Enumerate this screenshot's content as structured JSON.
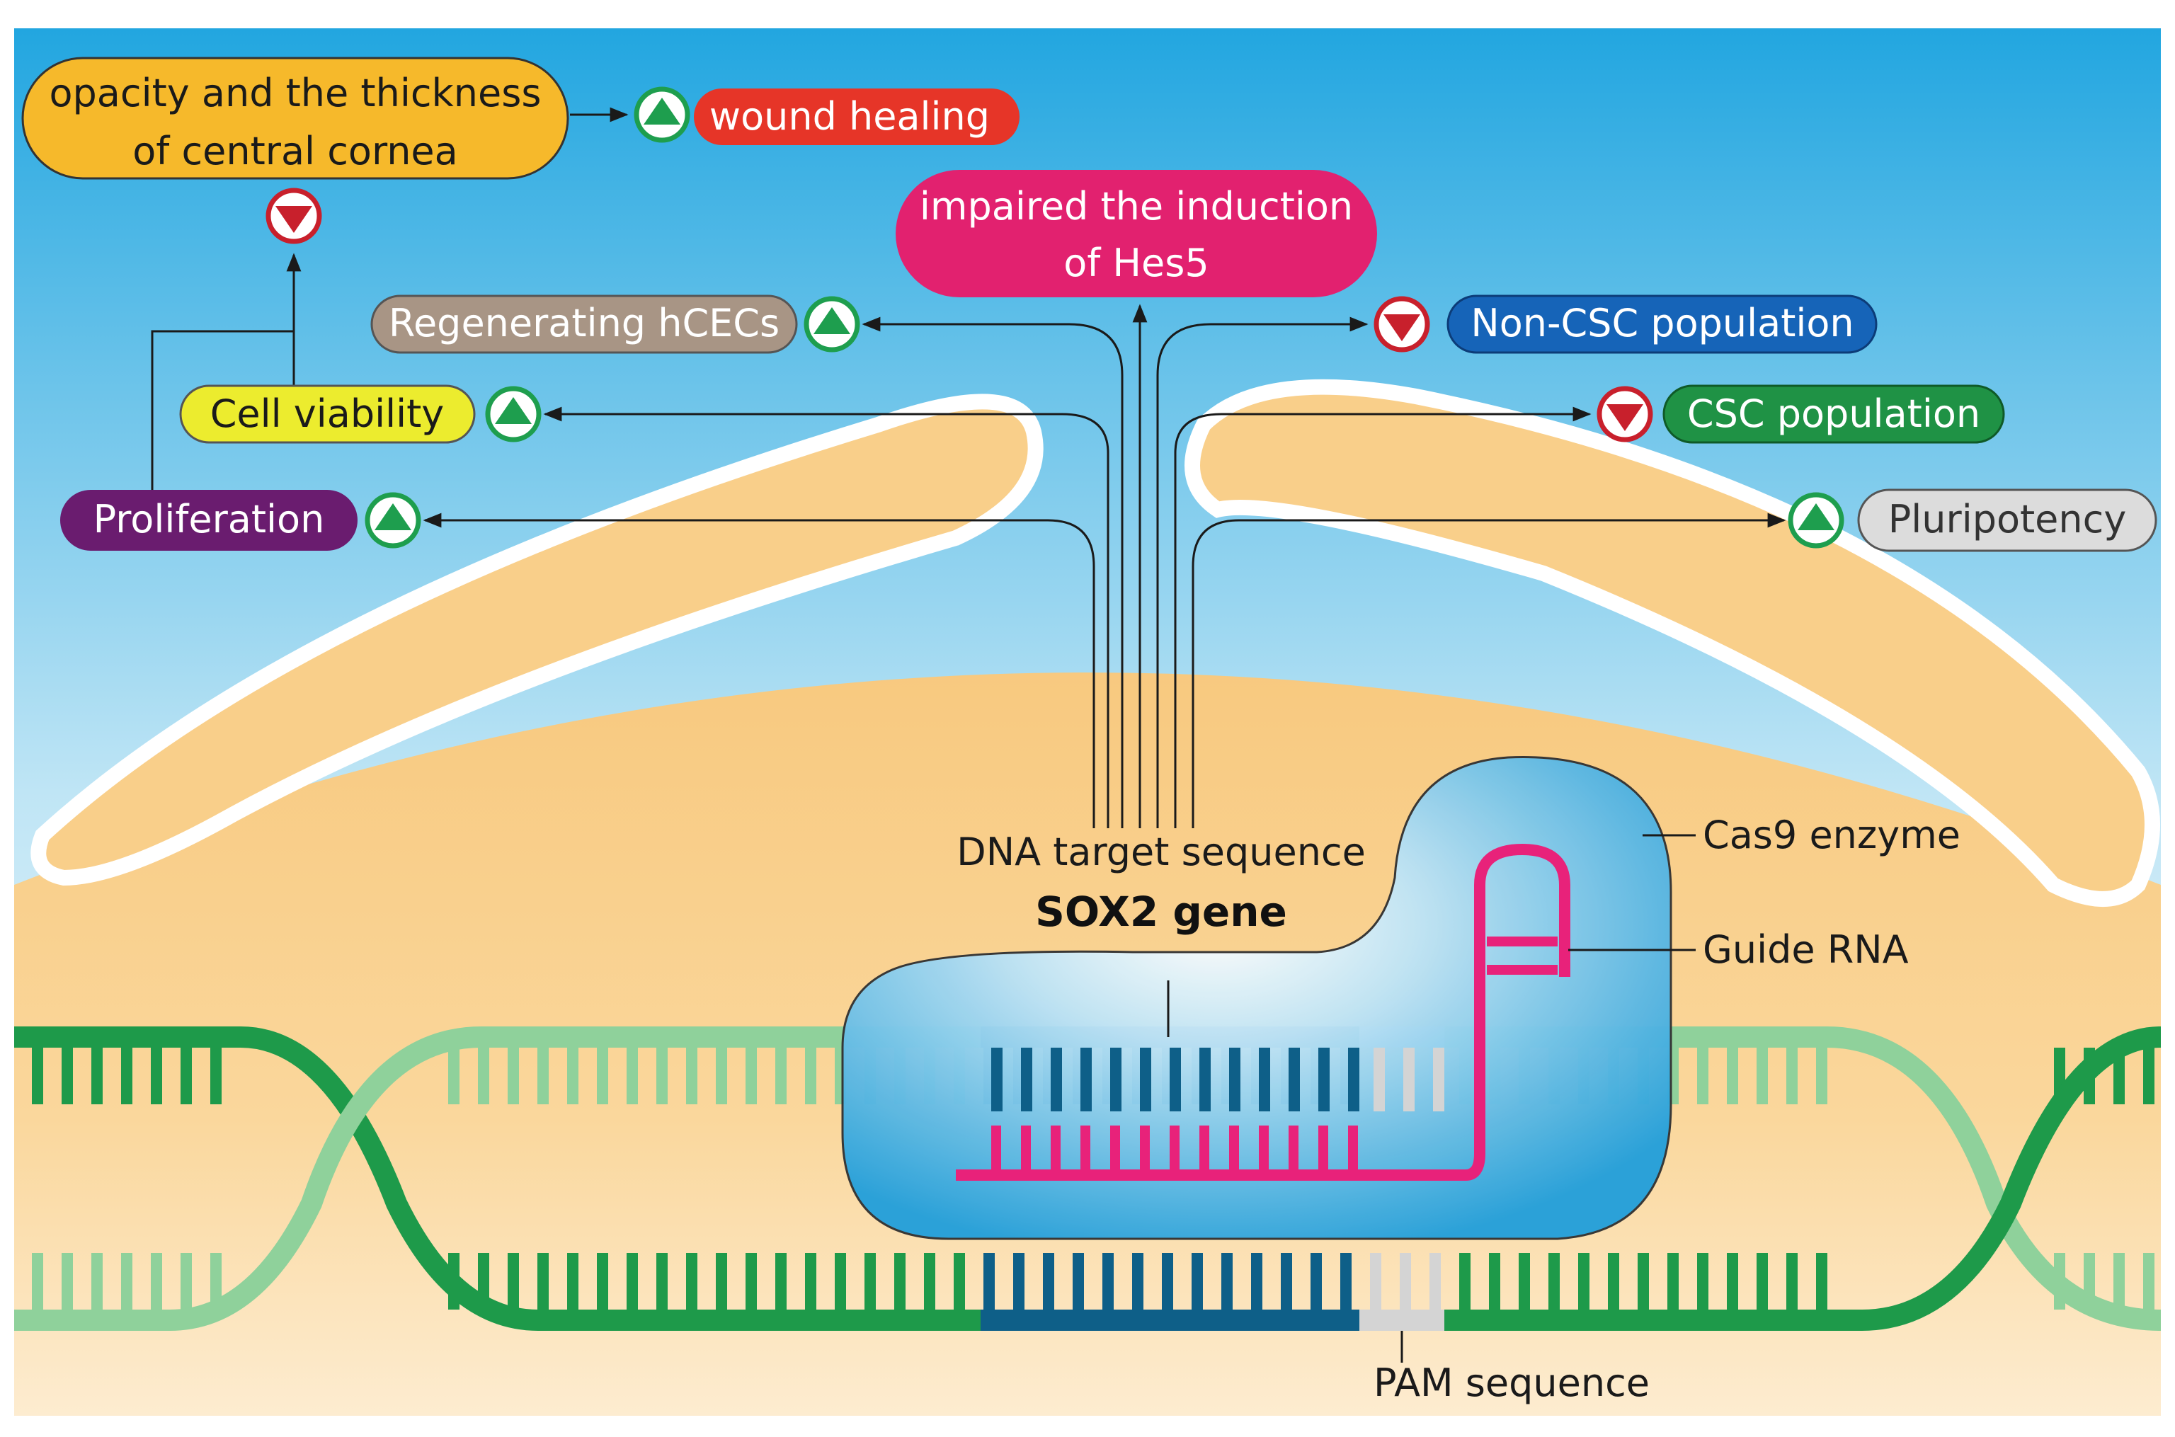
{
  "outcomes": {
    "opacity_line1": "opacity and the thickness",
    "opacity_line2": "of central cornea",
    "wound_healing": "wound healing",
    "hes5_line1": "impaired the induction",
    "hes5_line2": "of Hes5",
    "regenerating": "Regenerating hCECs",
    "non_csc": "Non-CSC population",
    "cell_viability": "Cell viability",
    "csc": "CSC population",
    "proliferation": "Proliferation",
    "pluripotency": "Pluripotency"
  },
  "effects": {
    "opacity": "decrease",
    "wound_healing": "increase",
    "regenerating": "increase",
    "non_csc": "decrease",
    "cell_viability": "increase",
    "csc": "decrease",
    "proliferation": "increase",
    "pluripotency": "increase"
  },
  "labels": {
    "dna_target": "DNA target sequence",
    "gene": "SOX2 gene",
    "cas9": "Cas9 enzyme",
    "guide_rna": "Guide RNA",
    "pam": "PAM sequence"
  },
  "colors": {
    "sky_top": "#29a9e2",
    "cell": "#f9cd88",
    "increase": "#1e9e4e",
    "decrease": "#c8202c",
    "dna_dark": "#1e9a4a",
    "dna_light": "#8fd19b",
    "target": "#0e5f88",
    "pam": "#d4d4d4",
    "cas9": "#2aa3da",
    "guide": "#e8227a"
  }
}
